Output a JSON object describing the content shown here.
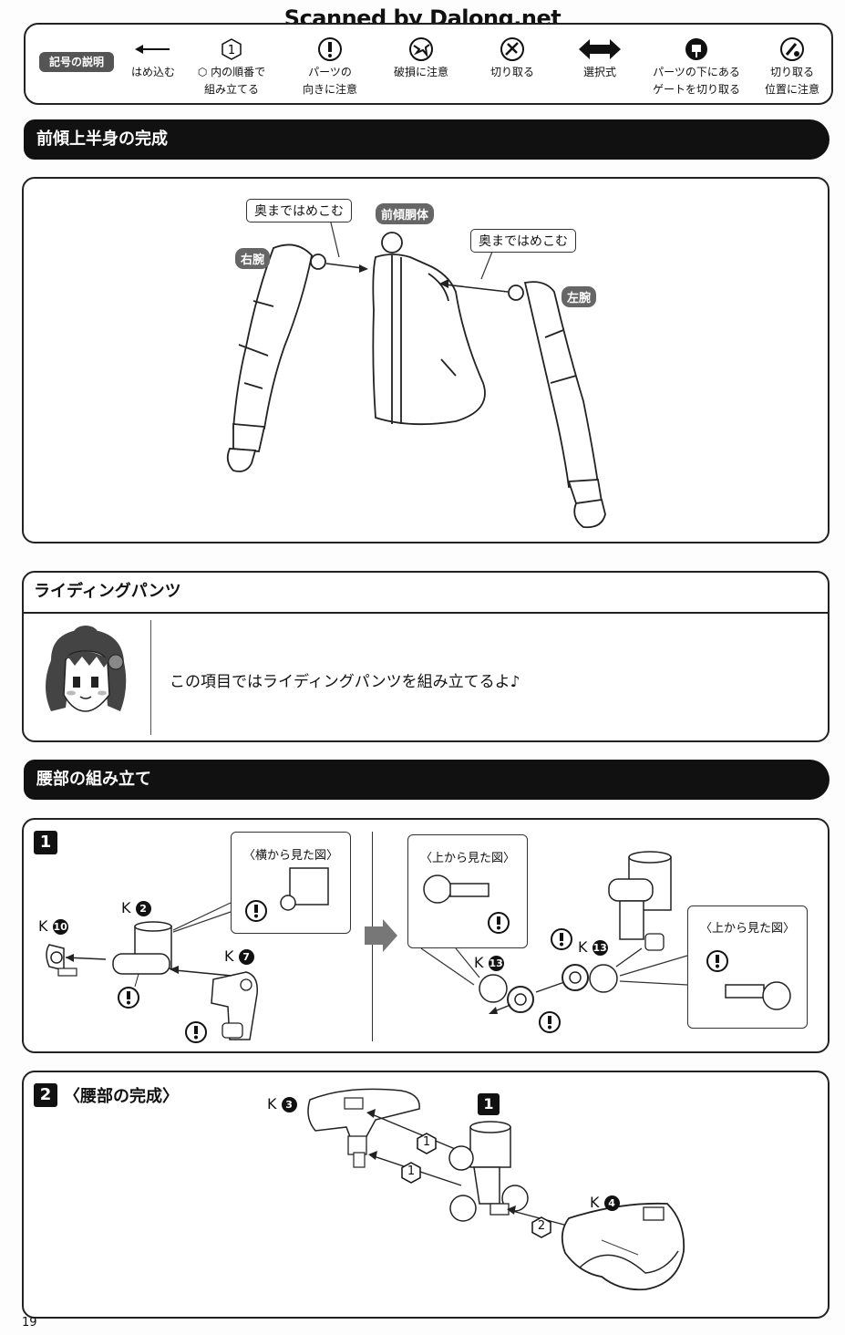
{
  "watermark": "Scanned by Dalong.net",
  "legend": {
    "tag": "記号の説明",
    "items": [
      {
        "icon": "arrow-left-icon",
        "line1": "はめ込む",
        "line2": ""
      },
      {
        "icon": "hexagon-number-icon",
        "icon_text": "1",
        "line1": "⬡ 内の順番で",
        "line2": "組み立てる"
      },
      {
        "icon": "exclamation-circle-icon",
        "line1": "パーツの",
        "line2": "向きに注意"
      },
      {
        "icon": "break-warning-icon",
        "line1": "破損に注意",
        "line2": ""
      },
      {
        "icon": "cut-icon",
        "line1": "切り取る",
        "line2": ""
      },
      {
        "icon": "double-arrow-icon",
        "line1": "選択式",
        "line2": ""
      },
      {
        "icon": "under-gate-icon",
        "line1": "パーツの下にある",
        "line2": "ゲートを切り取る"
      },
      {
        "icon": "cut-position-icon",
        "line1": "切り取る",
        "line2": "位置に注意"
      }
    ]
  },
  "section1": {
    "title": "前傾上半身の完成",
    "labels": {
      "push_in_left": "奥まではめこむ",
      "torso": "前傾胴体",
      "push_in_right": "奥まではめこむ",
      "right_arm": "右腕",
      "left_arm": "左腕"
    }
  },
  "section2": {
    "title": "ライディングパンツ",
    "message": "この項目ではライディングパンツを組み立てるよ♪"
  },
  "section3": {
    "title": "腰部の組み立て",
    "step1": {
      "num": "1",
      "side_view": "〈横から見た図〉",
      "top_view_a": "〈上から見た図〉",
      "top_view_b": "〈上から見た図〉",
      "parts": {
        "k2": "K",
        "k2n": "2",
        "k10": "K",
        "k10n": "10",
        "k7": "K",
        "k7n": "7",
        "k13a": "K",
        "k13an": "13",
        "k13b": "K",
        "k13bn": "13"
      },
      "warn": "!"
    },
    "step2": {
      "num": "2",
      "title": "〈腰部の完成〉",
      "ref": "1",
      "parts": {
        "k3": "K",
        "k3n": "3",
        "k4": "K",
        "k4n": "4"
      },
      "order1a": "1",
      "order1b": "1",
      "order2": "2"
    }
  },
  "page_number": "19"
}
